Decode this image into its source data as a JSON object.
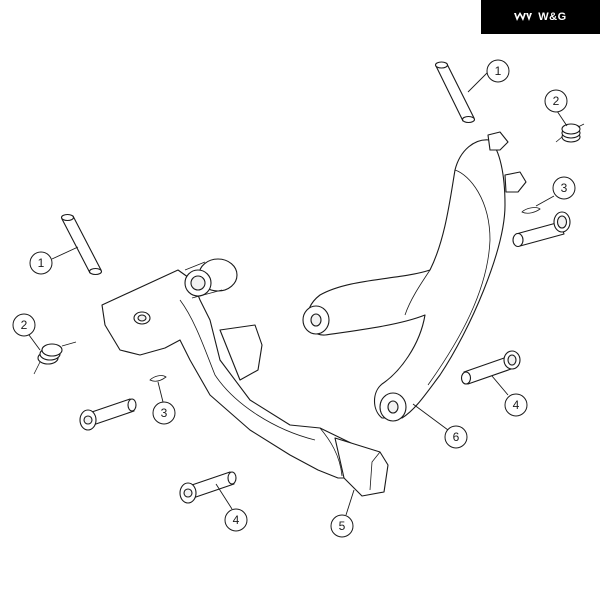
{
  "logo": {
    "text": "W&G",
    "icon": "wg-logo-icon",
    "background": "#000000",
    "foreground": "#ffffff"
  },
  "callouts": [
    {
      "id": "c1a",
      "label": "1"
    },
    {
      "id": "c2a",
      "label": "2"
    },
    {
      "id": "c3a",
      "label": "3"
    },
    {
      "id": "c4a",
      "label": "4"
    },
    {
      "id": "c6",
      "label": "6"
    },
    {
      "id": "c1b",
      "label": "1"
    },
    {
      "id": "c2b",
      "label": "2"
    },
    {
      "id": "c3b",
      "label": "3"
    },
    {
      "id": "c4b",
      "label": "4"
    },
    {
      "id": "c5",
      "label": "5"
    }
  ],
  "colors": {
    "line": "#1a1a1a",
    "background": "#ffffff",
    "shade": "#f2f2f2"
  }
}
